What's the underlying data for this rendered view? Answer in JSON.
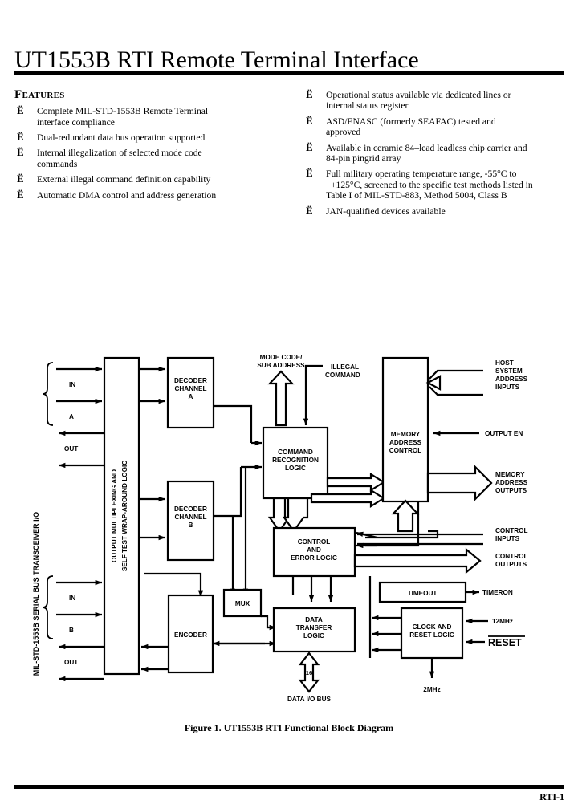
{
  "document": {
    "title": "UT1553B RTI Remote Terminal Interface",
    "footer_page": "RTI-1",
    "figure_caption": "Figure 1. UT1553B RTI Functional Block Diagram"
  },
  "features": {
    "heading": "Features",
    "bullet_glyph": "Ë",
    "left": [
      {
        "line1": "Complete MIL-STD-1553B Remote Terminal",
        "line2": "interface compliance"
      },
      {
        "line1": "Dual-redundant data bus operation supported",
        "line2": ""
      },
      {
        "line1": "Internal illegalization of selected mode code",
        "line2": "commands"
      },
      {
        "line1": "External illegal command definition capability",
        "line2": ""
      },
      {
        "line1": "Automatic DMA control and address generation",
        "line2": ""
      }
    ],
    "right": [
      {
        "line1": "Operational status available via dedicated lines or",
        "line2": "internal status register",
        "line3": ""
      },
      {
        "line1": "ASD/ENASC (formerly SEAFAC) tested and",
        "line2": "approved",
        "line3": ""
      },
      {
        "line1": "Available in ceramic 84–lead leadless chip carrier and",
        "line2": "84-pin pingrid array",
        "line3": ""
      },
      {
        "line1": "Full military operating temperature range, -55°C to",
        "line2": "+125°C, screened to the specific test methods listed in",
        "line3": "Table I of MIL-STD-883, Method 5004, Class B"
      },
      {
        "line1": "JAN-qualified devices available",
        "line2": "",
        "line3": ""
      }
    ]
  },
  "diagram": {
    "blocks": {
      "omux": {
        "l1": "OUTPUT MULTIPLEXING AND",
        "l2": "SELF TEST WRAP-AROUND LOGIC"
      },
      "decoder_a": {
        "l1": "DECODER",
        "l2": "CHANNEL",
        "l3": "A"
      },
      "decoder_b": {
        "l1": "DECODER",
        "l2": "CHANNEL",
        "l3": "B"
      },
      "command_recognition": {
        "l1": "COMMAND",
        "l2": "RECOGNITION",
        "l3": "LOGIC"
      },
      "memory_address_control": {
        "l1": "MEMORY",
        "l2": "ADDRESS",
        "l3": "CONTROL"
      },
      "control_error": {
        "l1": "CONTROL",
        "l2": "AND",
        "l3": "ERROR LOGIC"
      },
      "encoder": {
        "l1": "ENCODER"
      },
      "mux": {
        "l1": "MUX"
      },
      "data_transfer": {
        "l1": "DATA",
        "l2": "TRANSFER",
        "l3": "LOGIC"
      },
      "timeout": {
        "l1": "TIMEOUT"
      },
      "clock_reset": {
        "l1": "CLOCK AND",
        "l2": "RESET LOGIC"
      }
    },
    "labels": {
      "bus_side": "MIL-STD-1553B SERIAL BUS TRANSCEIVER I/O",
      "in_a": "IN",
      "ch_a": "A",
      "out_a": "OUT",
      "in_b": "IN",
      "ch_b": "B",
      "out_b": "OUT",
      "mode_code_1": "MODE CODE/",
      "mode_code_2": "SUB ADDRESS",
      "illegal_1": "ILLEGAL",
      "illegal_2": "COMMAND",
      "host_1": "HOST",
      "host_2": "SYSTEM",
      "host_3": "ADDRESS",
      "host_4": "INPUTS",
      "output_en": "OUTPUT EN",
      "mem_out_1": "MEMORY",
      "mem_out_2": "ADDRESS",
      "mem_out_3": "OUTPUTS",
      "ctrl_in_1": "CONTROL",
      "ctrl_in_2": "INPUTS",
      "ctrl_out_1": "CONTROL",
      "ctrl_out_2": "OUTPUTS",
      "timeron": "TIMERON",
      "clk_12mhz": "12MHz",
      "reset": "RESET",
      "clk_2mhz": "2MHz",
      "bus_width": "16",
      "data_io_bus": "DATA I/O BUS"
    }
  },
  "colors": {
    "ink": "#000000",
    "paper": "#ffffff"
  }
}
